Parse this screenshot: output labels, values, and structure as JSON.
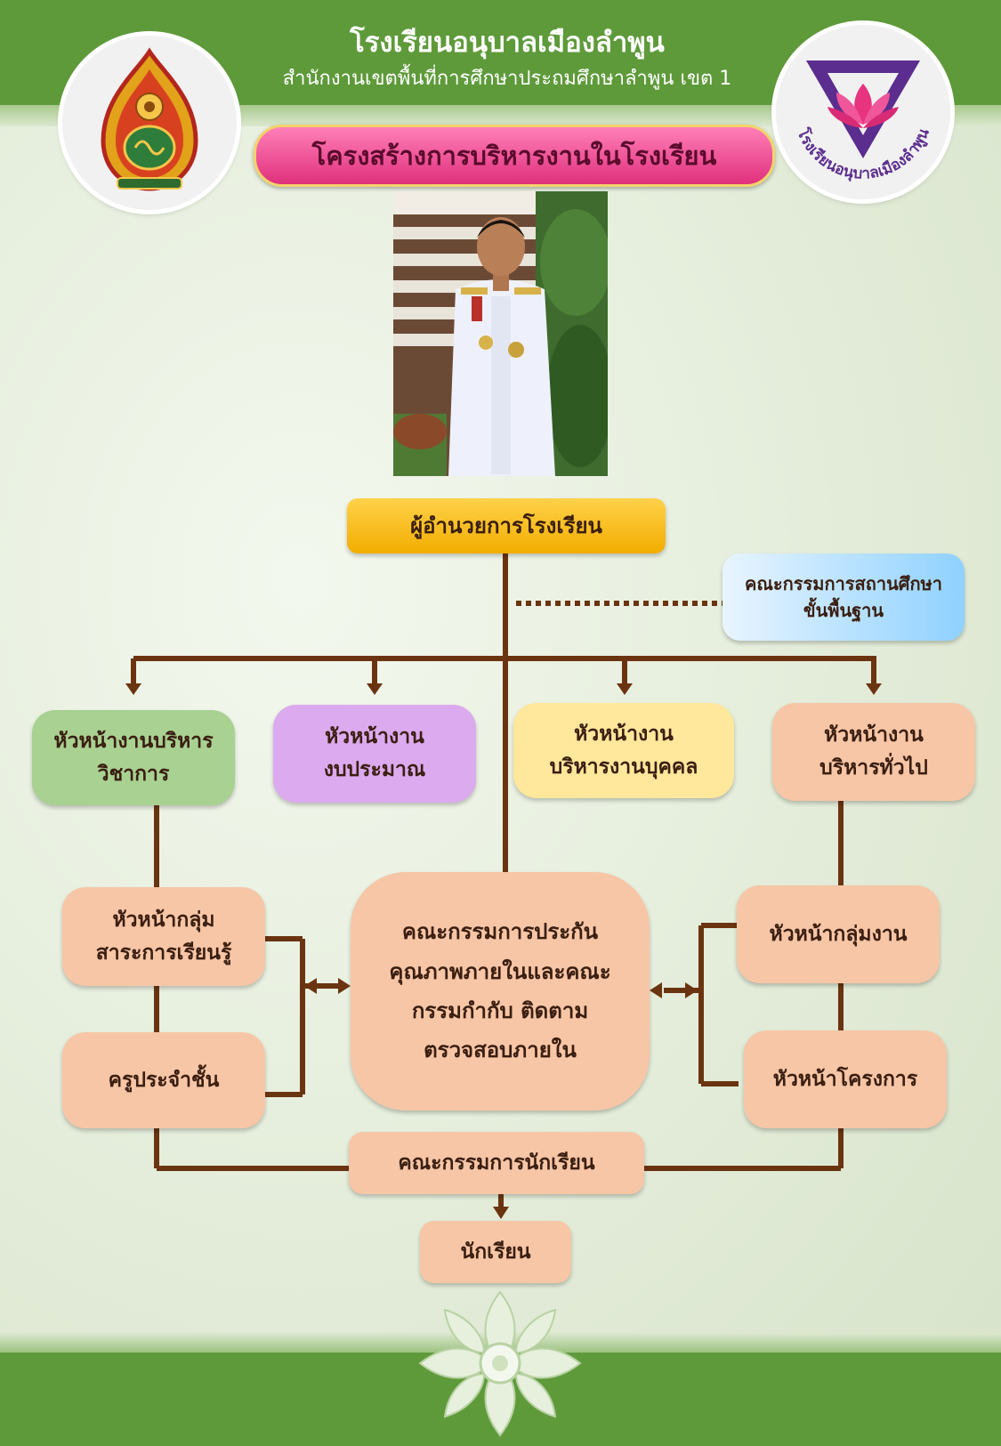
{
  "header": {
    "school_name": "โรงเรียนอนุบาลเมืองลำพูน",
    "office_name": "สำนักงานเขตพื้นที่การศึกษาประถมศึกษาลำพูน เขต 1",
    "right_logo_text": "โรงเรียนอนุบาลเมืองลำพูน"
  },
  "title": "โครงสร้างการบริหารงานในโรงเรียน",
  "chart": {
    "director": "ผู้อำนวยการโรงเรียน",
    "board": {
      "line1": "คณะกรรมการสถานศึกษา",
      "line2": "ขั้นพื้นฐาน"
    },
    "academic": {
      "line1": "หัวหน้างานบริหาร",
      "line2": "วิชาการ"
    },
    "budget": {
      "line1": "หัวหน้างาน",
      "line2": "งบประมาณ"
    },
    "personnel": {
      "line1": "หัวหน้างาน",
      "line2": "บริหารงานบุคคล"
    },
    "general": {
      "line1": "หัวหน้างาน",
      "line2": "บริหารทั่วไป"
    },
    "learning_group": {
      "line1": "หัวหน้ากลุ่ม",
      "line2": "สาระการเรียนรู้"
    },
    "homeroom": "ครูประจำชั้น",
    "qa": {
      "line1": "คณะกรรมการประกัน",
      "line2": "คุณภาพภายในและคณะ",
      "line3": "กรรมกำกับ ติดตาม",
      "line4": "ตรวจสอบภายใน"
    },
    "work_group": "หัวหน้ากลุ่มงาน",
    "project": "หัวหน้าโครงการ",
    "student_council": "คณะกรรมการนักเรียน",
    "students": "นักเรียน"
  },
  "colors": {
    "header_green": "#5e9a3a",
    "connector_brown": "#6b3410",
    "banner_pink": "#e0307c",
    "director_gold": "#f2ad00"
  }
}
